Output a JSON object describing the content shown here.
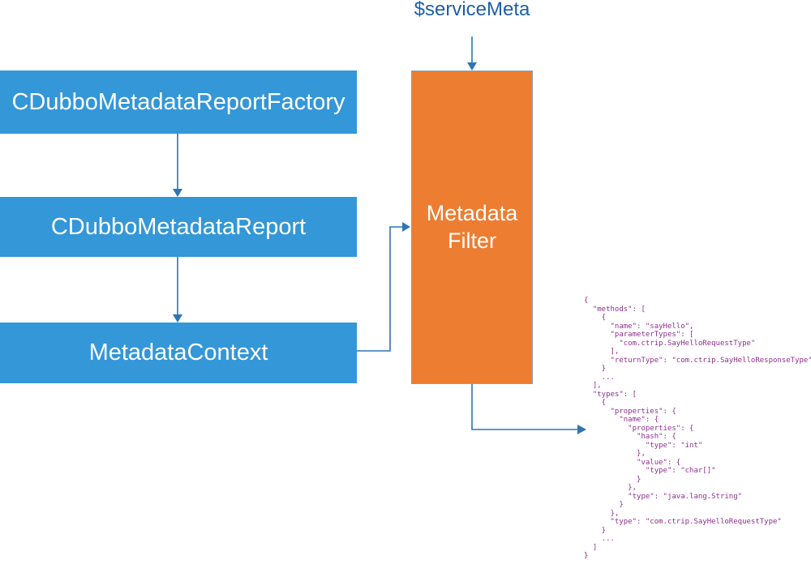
{
  "diagram": {
    "service_meta_label": "$serviceMeta",
    "boxes": {
      "factory": {
        "label": "CDubboMetadataReportFactory",
        "color": "#3397d8"
      },
      "report": {
        "label": "CDubboMetadataReport",
        "color": "#3397d8"
      },
      "context": {
        "label": "MetadataContext",
        "color": "#3397d8"
      },
      "filter": {
        "label": "Metadata Filter",
        "color": "#ed7d31"
      }
    },
    "edges": [
      {
        "from": "CDubboMetadataReportFactory",
        "to": "CDubboMetadataReport"
      },
      {
        "from": "CDubboMetadataReport",
        "to": "MetadataContext"
      },
      {
        "from": "MetadataContext",
        "to": "Metadata Filter"
      },
      {
        "from": "$serviceMeta",
        "to": "Metadata Filter"
      },
      {
        "from": "Metadata Filter",
        "to": "json-snippet"
      }
    ],
    "colors": {
      "connector": "#2e75b6",
      "service_meta_text": "#1e5fa8",
      "json_text": "#8e2f8f",
      "box_text": "#ffffff"
    },
    "json_snippet": {
      "code": "{\n  \"methods\": [\n    {\n      \"name\": \"sayHello\",\n      \"parameterTypes\": [\n        \"com.ctrip.SayHelloRequestType\"\n      ],\n      \"returnType\": \"com.ctrip.SayHelloResponseType\"\n    }\n    ...\n  ],\n  \"types\": [\n    {\n      \"properties\": {\n        \"name\": {\n          \"properties\": {\n            \"hash\": {\n              \"type\": \"int\"\n            },\n            \"value\": {\n              \"type\": \"char[]\"\n            }\n          },\n          \"type\": \"java.lang.String\"\n        }\n      },\n      \"type\": \"com.ctrip.SayHelloRequestType\"\n    }\n    ...\n  ]\n}"
    }
  }
}
